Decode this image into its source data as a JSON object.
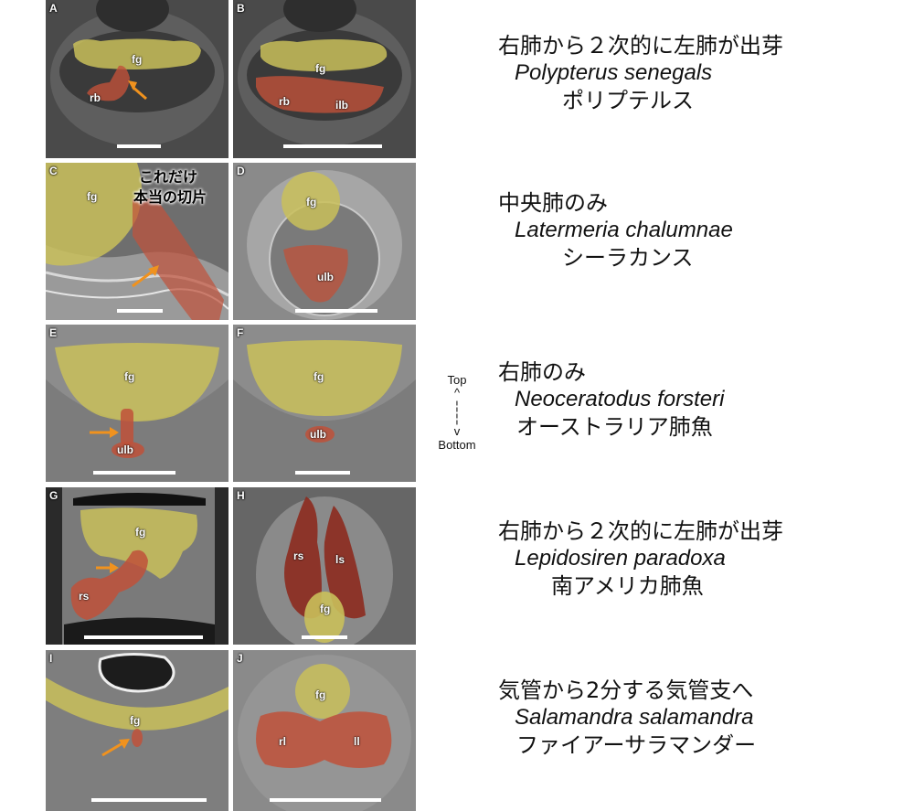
{
  "panels": {
    "A": {
      "letter": "A",
      "labels": [
        "fg",
        "rb"
      ]
    },
    "B": {
      "letter": "B",
      "labels": [
        "fg",
        "rb",
        "ilb"
      ]
    },
    "C": {
      "letter": "C",
      "labels": [
        "fg"
      ],
      "note": [
        "これだけ",
        "本当の切片"
      ]
    },
    "D": {
      "letter": "D",
      "labels": [
        "fg",
        "ulb"
      ]
    },
    "E": {
      "letter": "E",
      "labels": [
        "fg",
        "ulb"
      ]
    },
    "F": {
      "letter": "F",
      "labels": [
        "fg",
        "ulb"
      ]
    },
    "G": {
      "letter": "G",
      "labels": [
        "fg",
        "rs"
      ]
    },
    "H": {
      "letter": "H",
      "labels": [
        "rs",
        "ls",
        "fg"
      ]
    },
    "I": {
      "letter": "I",
      "labels": [
        "fg"
      ]
    },
    "J": {
      "letter": "J",
      "labels": [
        "fg",
        "rl",
        "ll"
      ]
    }
  },
  "orientation": {
    "top": "Top",
    "bottom": "Bottom"
  },
  "rows": [
    {
      "desc": "右肺から２次的に左肺が出芽",
      "species": "Polypterus senegals",
      "common": "ポリプテルス"
    },
    {
      "desc": "中央肺のみ",
      "species": "Latermeria chalumnae",
      "common": "シーラカンス"
    },
    {
      "desc": "右肺のみ",
      "species": "Neoceratodus forsteri",
      "common": "オーストラリア肺魚"
    },
    {
      "desc": "右肺から２次的に左肺が出芽",
      "species": "Lepidosiren paradoxa",
      "common": "南アメリカ肺魚"
    },
    {
      "desc": "気管から2分する気管支へ",
      "species": "Salamandra salamandra",
      "common": "ファイアーサラマンダー"
    }
  ],
  "colors": {
    "foregut": "#c9bf5a",
    "lung": "#c0513a",
    "arrow": "#f0921e"
  }
}
